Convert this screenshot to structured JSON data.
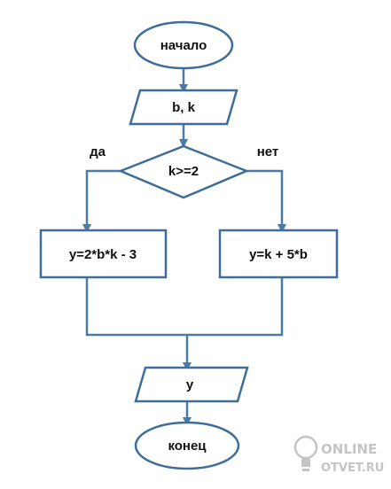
{
  "flowchart": {
    "start": "начало",
    "input": "b, k",
    "condition": "k>=2",
    "yes_label": "да",
    "no_label": "нет",
    "yes_branch": "y=2*b*k - 3",
    "no_branch": "y=k + 5*b",
    "output": "y",
    "end": "конец"
  },
  "watermark": {
    "line1": "ONLINE",
    "line2": "OTVET.RU"
  },
  "colors": {
    "stroke": "#3f6d9a",
    "arrow": "#4a7aa6",
    "text": "#111111",
    "watermark": "#c4c4c4"
  }
}
